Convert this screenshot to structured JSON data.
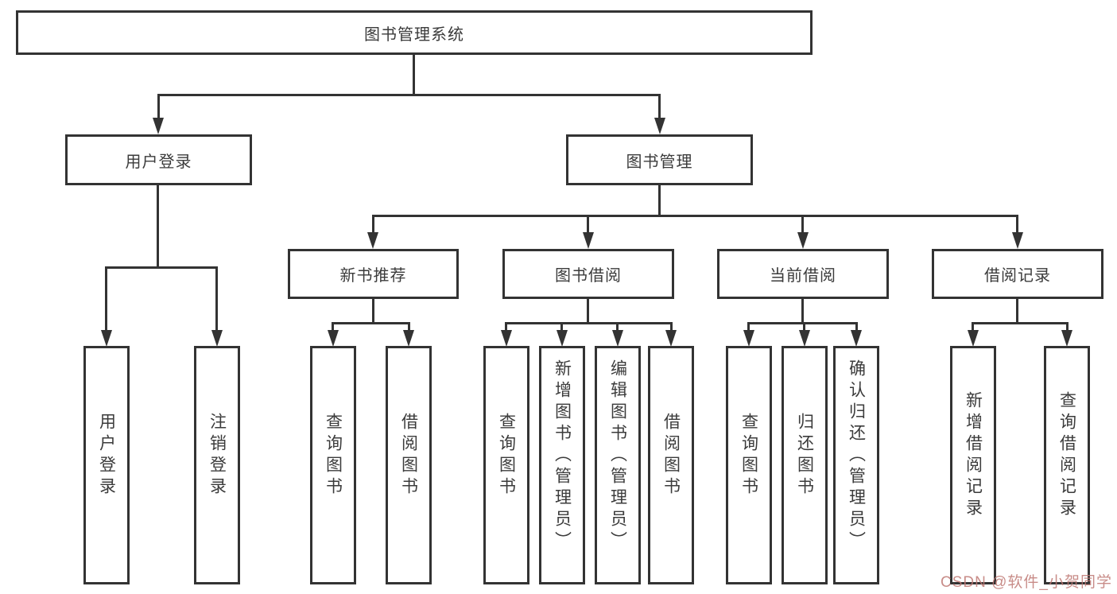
{
  "watermark": "CSDN @软件_小贺同学",
  "colors": {
    "line": "#333333",
    "box_border": "#333333",
    "box_fill": "#ffffff",
    "text": "#3b3b3b",
    "watermark": "#be7873"
  },
  "nodes": {
    "root": {
      "label": "图书管理系统"
    },
    "user_login": {
      "label": "用户登录"
    },
    "book_mgmt": {
      "label": "图书管理"
    },
    "new_book_rec": {
      "label": "新书推荐"
    },
    "book_borrow": {
      "label": "图书借阅"
    },
    "current_borrow": {
      "label": "当前借阅"
    },
    "borrow_records": {
      "label": "借阅记录"
    },
    "leaf_user_login": {
      "label": "用户登录"
    },
    "leaf_logout": {
      "label": "注销登录"
    },
    "leaf_rec_query": {
      "label": "查询图书"
    },
    "leaf_rec_borrow": {
      "label": "借阅图书"
    },
    "leaf_bb_query": {
      "label": "查询图书"
    },
    "leaf_bb_add": {
      "label": "新增图书（管理员）"
    },
    "leaf_bb_edit": {
      "label": "编辑图书（管理员）"
    },
    "leaf_bb_borrow": {
      "label": "借阅图书"
    },
    "leaf_cb_query": {
      "label": "查询图书"
    },
    "leaf_cb_return": {
      "label": "归还图书"
    },
    "leaf_cb_confirm": {
      "label": "确认归还（管理员）"
    },
    "leaf_br_add": {
      "label": "新增借阅记录"
    },
    "leaf_br_query": {
      "label": "查询借阅记录"
    }
  },
  "hierarchy": {
    "root": "图书管理系统",
    "children": [
      {
        "label": "用户登录",
        "children": [
          "用户登录",
          "注销登录"
        ]
      },
      {
        "label": "图书管理",
        "children": [
          {
            "label": "新书推荐",
            "children": [
              "查询图书",
              "借阅图书"
            ]
          },
          {
            "label": "图书借阅",
            "children": [
              "查询图书",
              "新增图书（管理员）",
              "编辑图书（管理员）",
              "借阅图书"
            ]
          },
          {
            "label": "当前借阅",
            "children": [
              "查询图书",
              "归还图书",
              "确认归还（管理员）"
            ]
          },
          {
            "label": "借阅记录",
            "children": [
              "新增借阅记录",
              "查询借阅记录"
            ]
          }
        ]
      }
    ]
  }
}
